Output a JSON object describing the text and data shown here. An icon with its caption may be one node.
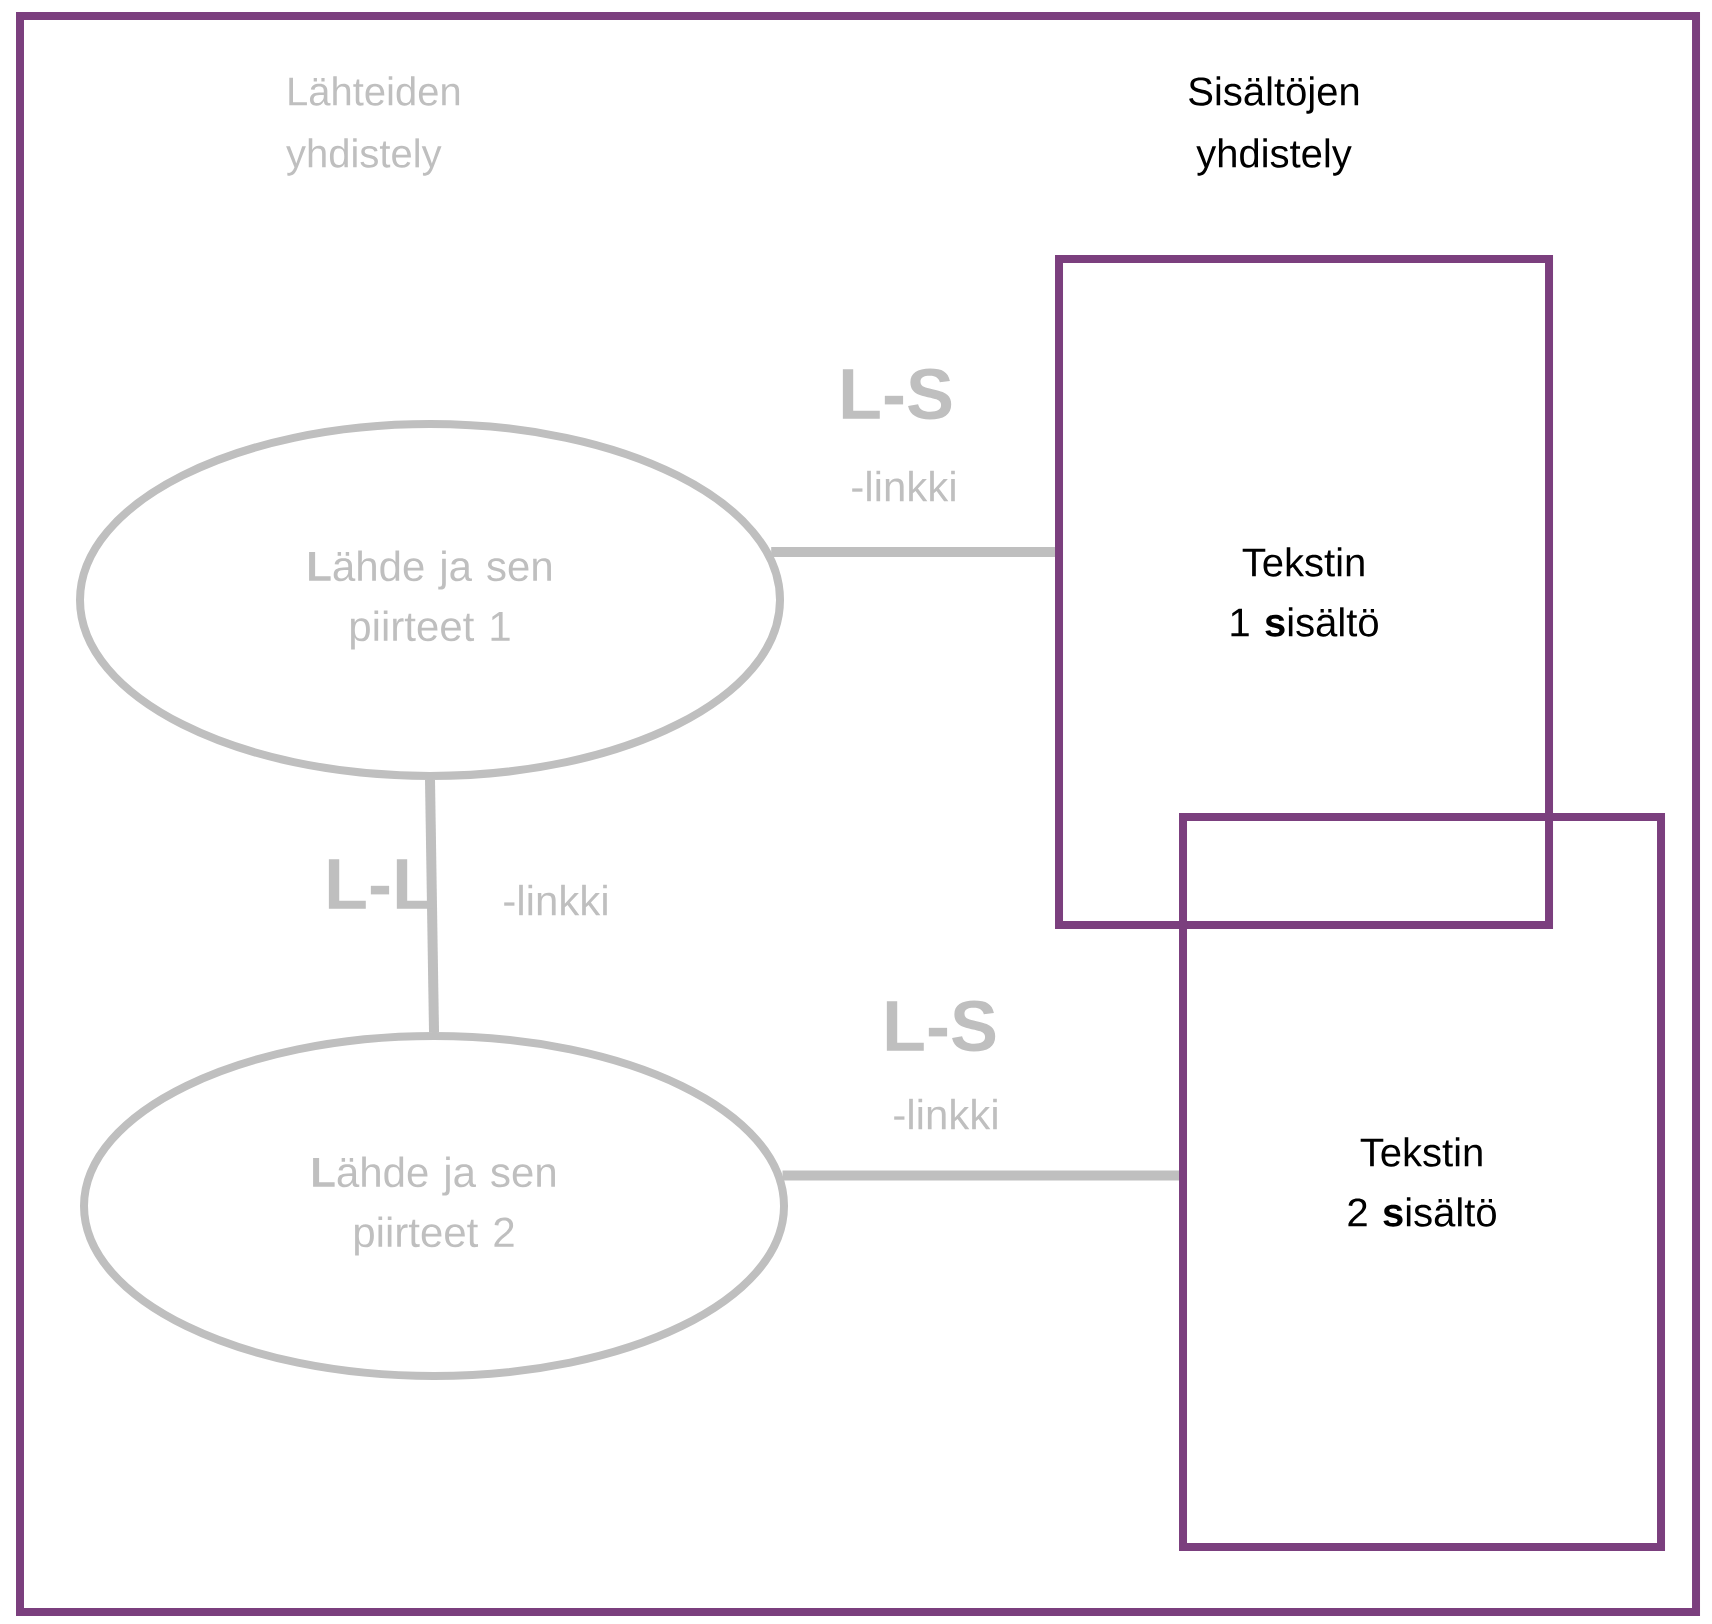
{
  "diagram": {
    "nodes": [
      {
        "text": [
          "**L**ähde ja sen piirteet 1"
        ]
      },
      {
        "text": [
          "**L**ähde ja sen piirteet 2"
        ]
      },
      {
        "text": [
          "Tekstin 1 **s**isältö"
        ]
      },
      {
        "text": [
          "Tekstin 2 **s**isältö"
        ]
      }
    ],
    "edges": [
      {
        "from": 0,
        "to": 2,
        "arrow": "none",
        "label": "L-S"
      },
      {
        "from": 0,
        "to": 1,
        "arrow": "none",
        "label": "L-L"
      },
      {
        "from": 1,
        "to": 3,
        "arrow": "none",
        "label": "L-S"
      }
    ],
    "labels": [
      "Lähteiden yhdistely",
      "Sisältöjen yhdistely",
      "-linkki",
      "-linkki",
      "-linkki"
    ]
  }
}
